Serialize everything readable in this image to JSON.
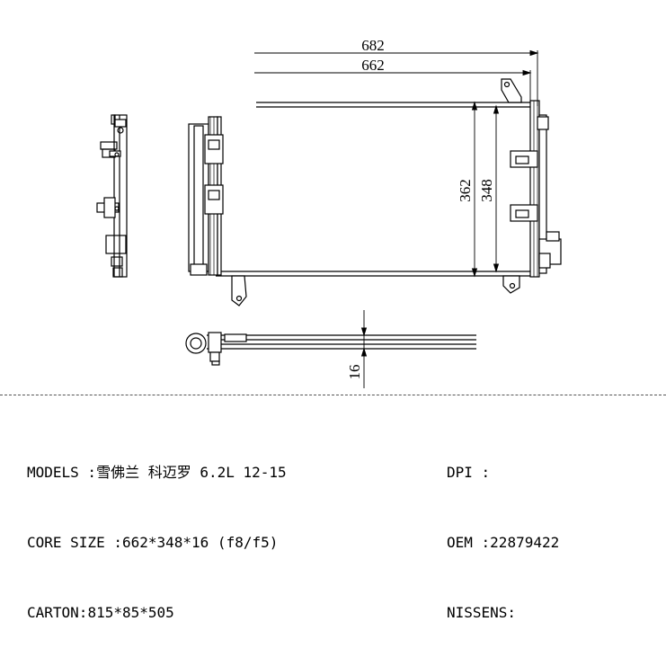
{
  "dimensions": {
    "overall_width": "682",
    "core_width": "662",
    "overall_height": "362",
    "core_height": "348",
    "thickness": "16"
  },
  "specs": {
    "models": {
      "label": "MODELS :",
      "value": "雪佛兰 科迈罗 6.2L 12-15"
    },
    "core_size": {
      "label": "CORE SIZE :",
      "value": "662*348*16 (f8/f5)"
    },
    "carton": {
      "label": "CARTON:",
      "value": "815*85*505"
    },
    "dpi": {
      "label": "DPI :",
      "value": ""
    },
    "oem": {
      "label": "OEM :",
      "value": "22879422"
    },
    "nissens": {
      "label": "NISSENS:",
      "value": ""
    }
  }
}
